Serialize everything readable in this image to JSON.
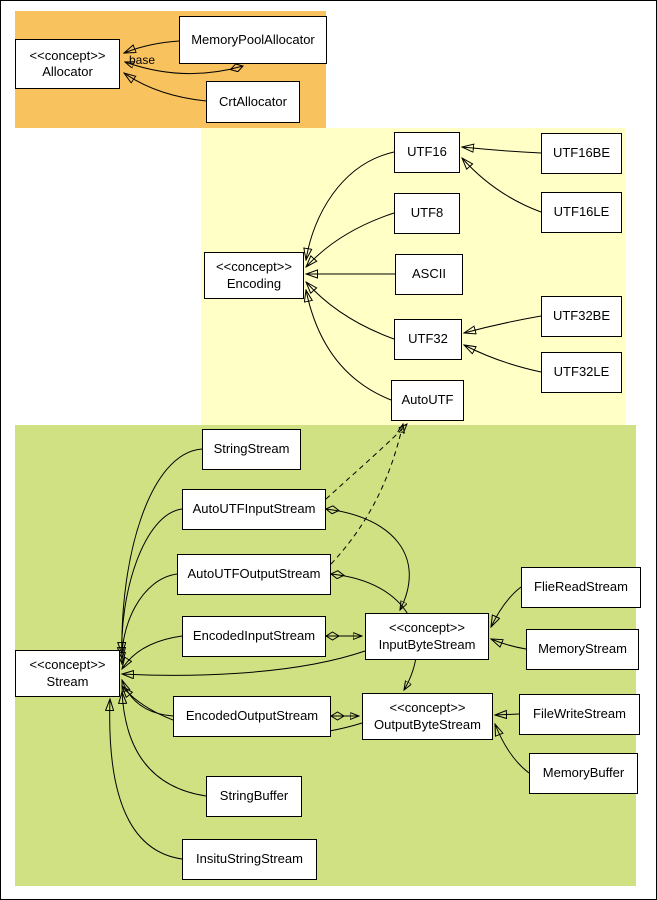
{
  "colors": {
    "allocator_region_bg": "#f8c25f",
    "encoding_region_bg": "#ffffc6",
    "stream_region_bg": "#cfe182",
    "node_bg": "#ffffff",
    "node_border": "#000000",
    "edge_color": "#000000"
  },
  "edges": {
    "base_label": "base"
  },
  "nodes": {
    "allocator": {
      "stereotype": "<<concept>>",
      "name": "Allocator"
    },
    "memoryPoolAllocator": {
      "name": "MemoryPoolAllocator"
    },
    "crtAllocator": {
      "name": "CrtAllocator"
    },
    "utf16": {
      "name": "UTF16"
    },
    "utf16be": {
      "name": "UTF16BE"
    },
    "utf16le": {
      "name": "UTF16LE"
    },
    "utf8": {
      "name": "UTF8"
    },
    "encoding": {
      "stereotype": "<<concept>>",
      "name": "Encoding"
    },
    "ascii": {
      "name": "ASCII"
    },
    "utf32": {
      "name": "UTF32"
    },
    "utf32be": {
      "name": "UTF32BE"
    },
    "utf32le": {
      "name": "UTF32LE"
    },
    "autoutf": {
      "name": "AutoUTF"
    },
    "stringStream": {
      "name": "StringStream"
    },
    "autoUtfInputStream": {
      "name": "AutoUTFInputStream"
    },
    "autoUtfOutputStream": {
      "name": "AutoUTFOutputStream"
    },
    "encodedInputStream": {
      "name": "EncodedInputStream"
    },
    "stream": {
      "stereotype": "<<concept>>",
      "name": "Stream"
    },
    "inputByteStream": {
      "stereotype": "<<concept>>",
      "name": "InputByteStream"
    },
    "flieReadStream": {
      "name": "FlieReadStream"
    },
    "memoryStream": {
      "name": "MemoryStream"
    },
    "encodedOutputStream": {
      "name": "EncodedOutputStream"
    },
    "outputByteStream": {
      "stereotype": "<<concept>>",
      "name": "OutputByteStream"
    },
    "fileWriteStream": {
      "name": "FileWriteStream"
    },
    "memoryBuffer": {
      "name": "MemoryBuffer"
    },
    "stringBuffer": {
      "name": "StringBuffer"
    },
    "insituStringStream": {
      "name": "InsituStringStream"
    }
  }
}
